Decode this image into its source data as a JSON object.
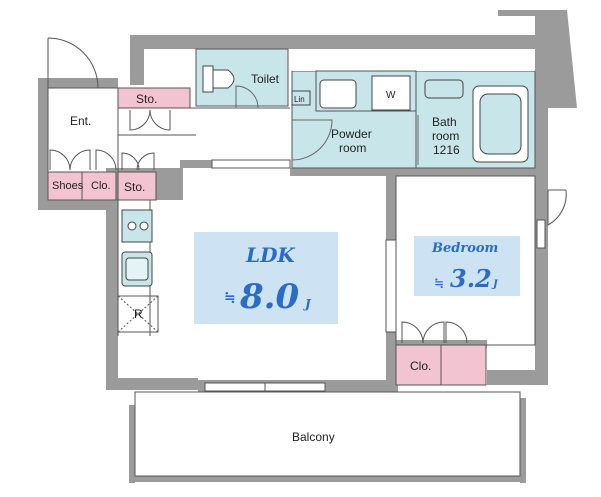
{
  "floorplan": {
    "rooms": {
      "entrance": "Ent.",
      "storage_top": "Sto.",
      "storage_bottom": "Sto.",
      "shoes": "Shoes",
      "closet_entrance": "Clo.",
      "toilet": "Toilet",
      "powder_room_line1": "Powder",
      "powder_room_line2": "room",
      "bath_line1": "Bath",
      "bath_line2": "room",
      "bath_size": "1216",
      "ldk": "LDK",
      "ldk_area": "8.0",
      "ldk_unit": "J",
      "bedroom": "Bedroom",
      "bedroom_area": "3.2",
      "bedroom_unit": "J",
      "closet_bedroom": "Clo.",
      "refrigerator": "R",
      "washer": "W",
      "linen": "Lin",
      "balcony": "Balcony",
      "approx_symbol": "≒"
    },
    "colors": {
      "wall": "#9b9b9b",
      "water_area": "#c8e6ea",
      "storage": "#f2c3d0",
      "ldk_label_bg": "#c8e0f2",
      "label_accent": "#2b6cc4"
    }
  }
}
